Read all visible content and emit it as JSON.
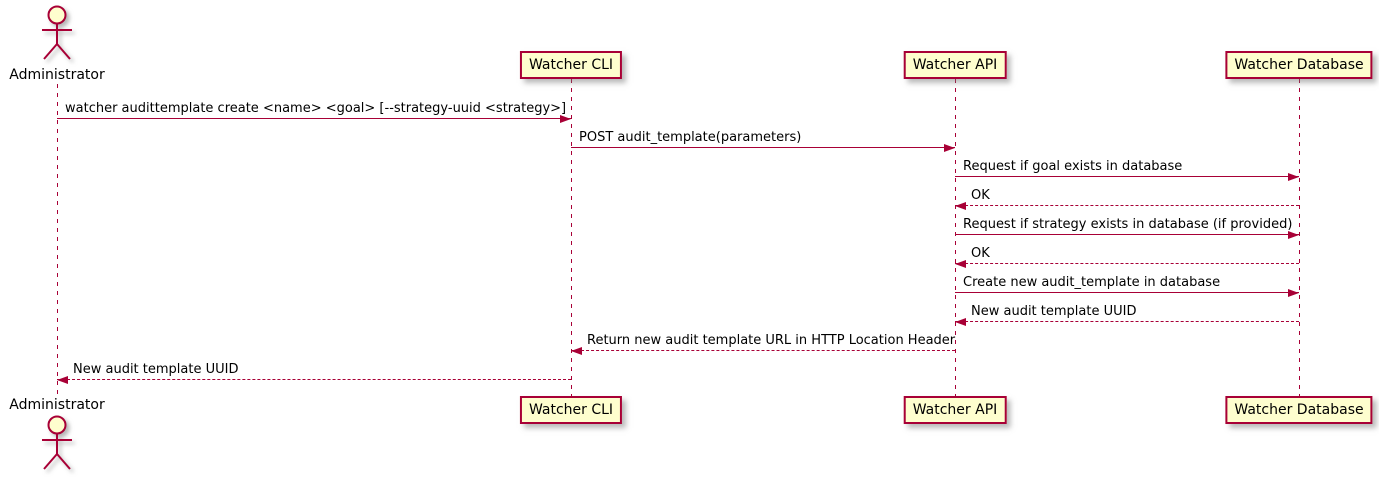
{
  "diagram": {
    "type": "sequence",
    "colors": {
      "accent": "#A80036",
      "participant_fill": "#FEFECE",
      "text": "#000000",
      "background": "#FFFFFF"
    },
    "participants": [
      {
        "id": "administrator",
        "label": "Administrator",
        "kind": "actor"
      },
      {
        "id": "watcher-cli",
        "label": "Watcher CLI",
        "kind": "box"
      },
      {
        "id": "watcher-api",
        "label": "Watcher API",
        "kind": "box"
      },
      {
        "id": "watcher-database",
        "label": "Watcher Database",
        "kind": "box"
      }
    ],
    "messages": [
      {
        "from": "administrator",
        "to": "watcher-cli",
        "line": "solid",
        "text": "watcher audittemplate create <name> <goal> [--strategy-uuid <strategy>]"
      },
      {
        "from": "watcher-cli",
        "to": "watcher-api",
        "line": "solid",
        "text": "POST audit_template(parameters)"
      },
      {
        "from": "watcher-api",
        "to": "watcher-database",
        "line": "solid",
        "text": "Request if goal exists in database"
      },
      {
        "from": "watcher-database",
        "to": "watcher-api",
        "line": "dashed",
        "text": "OK"
      },
      {
        "from": "watcher-api",
        "to": "watcher-database",
        "line": "solid",
        "text": "Request if strategy exists in database (if provided)"
      },
      {
        "from": "watcher-database",
        "to": "watcher-api",
        "line": "dashed",
        "text": "OK"
      },
      {
        "from": "watcher-api",
        "to": "watcher-database",
        "line": "solid",
        "text": "Create new audit_template in database"
      },
      {
        "from": "watcher-database",
        "to": "watcher-api",
        "line": "dashed",
        "text": "New audit template UUID"
      },
      {
        "from": "watcher-api",
        "to": "watcher-cli",
        "line": "dashed",
        "text": "Return new audit template URL in HTTP Location Header"
      },
      {
        "from": "watcher-cli",
        "to": "administrator",
        "line": "dashed",
        "text": "New audit template UUID"
      }
    ]
  }
}
